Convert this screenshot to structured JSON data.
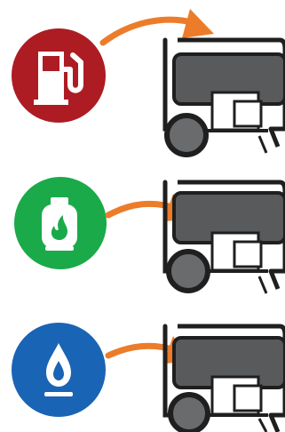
{
  "rows": [
    {
      "fuel": "gasoline",
      "icon": "gas-pump-icon",
      "badge_color": "#ad1c23"
    },
    {
      "fuel": "propane",
      "icon": "propane-tank-icon",
      "badge_color": "#1aaa4a"
    },
    {
      "fuel": "natural-gas",
      "icon": "gas-flame-drop-icon",
      "badge_color": "#1a64b5"
    }
  ],
  "colors": {
    "arrow": "#ec7c2a",
    "generator_body": "#595a5c",
    "generator_frame": "#1f1f1f",
    "generator_panel": "#ffffff",
    "wheel": "#6a6b6d"
  }
}
